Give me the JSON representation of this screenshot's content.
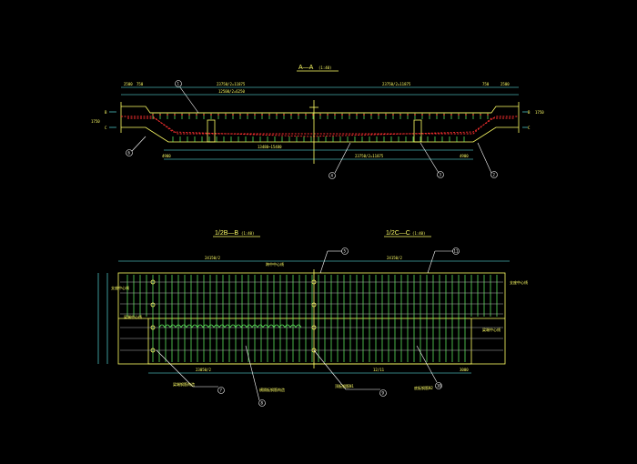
{
  "views": {
    "section_aa": {
      "title": "A—A",
      "scale": "(1:40)"
    },
    "section_bb": {
      "title": "1/2B—B",
      "scale": "(1:40)"
    },
    "section_cc": {
      "title": "1/2C—C",
      "scale": "(1:40)"
    }
  },
  "dimensions": {
    "top_left_a": "2500",
    "top_left_b": "750",
    "top_mid_left": "23750/2=11875",
    "top_mid_right": "23750/2=11875",
    "top_right_a": "750",
    "top_right_b": "2500",
    "inner_left": "12500/2=6250",
    "bottom_mid": "13480~15480",
    "bottom_right": "23750/2=11875",
    "side_left": "1750",
    "side_right": "1750",
    "bot_left": "4900",
    "bot_right": "4900",
    "plan_left": "24150/2",
    "plan_right": "24150/2",
    "plan_bot_left": "23050/2",
    "plan_bot_right": "12/11",
    "plan_bot_far": "3000"
  },
  "section_labels": {
    "b": "B",
    "c": "C"
  },
  "callouts": [
    "1",
    "2",
    "3",
    "4",
    "5",
    "6",
    "7",
    "8",
    "9",
    "10",
    "11"
  ],
  "plan_notes": {
    "left_top": "支座中心线",
    "left_mid": "梁端中心线",
    "top_mid": "跨中中心线",
    "right_top": "支座中心线",
    "right_mid": "梁端中心线",
    "bottom_1": "梁端钢筋构造",
    "bottom_2": "横隔板钢筋构造",
    "bottom_3": "顶板钢筋N1",
    "bottom_4": "底板钢筋N2"
  },
  "colors": {
    "background": "#000000",
    "outline": "#ffff66",
    "rebar": "#66ff66",
    "tendon": "#ff3030",
    "dimension": "#66ffff",
    "text": "#ffffff"
  }
}
